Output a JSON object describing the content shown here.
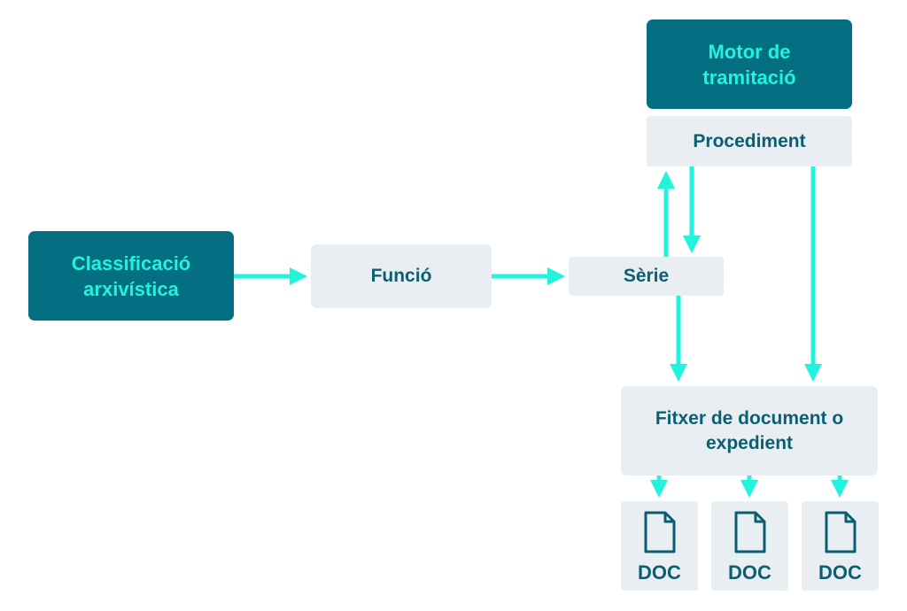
{
  "nodes": {
    "classificacio": "Classificació arxivística",
    "funcio": "Funció",
    "serie": "Sèrie",
    "motor": "Motor de tramitació",
    "procediment": "Procediment",
    "fitxer": "Fitxer de document o expedient"
  },
  "docs": [
    {
      "label": "DOC",
      "icon": "document-icon"
    },
    {
      "label": "DOC",
      "icon": "document-icon"
    },
    {
      "label": "DOC",
      "icon": "document-icon"
    }
  ],
  "colors": {
    "dark_box": "#046e82",
    "light_box": "#e9eef2",
    "accent_arrow": "#21f3dc",
    "dark_text": "#0a5f73"
  }
}
